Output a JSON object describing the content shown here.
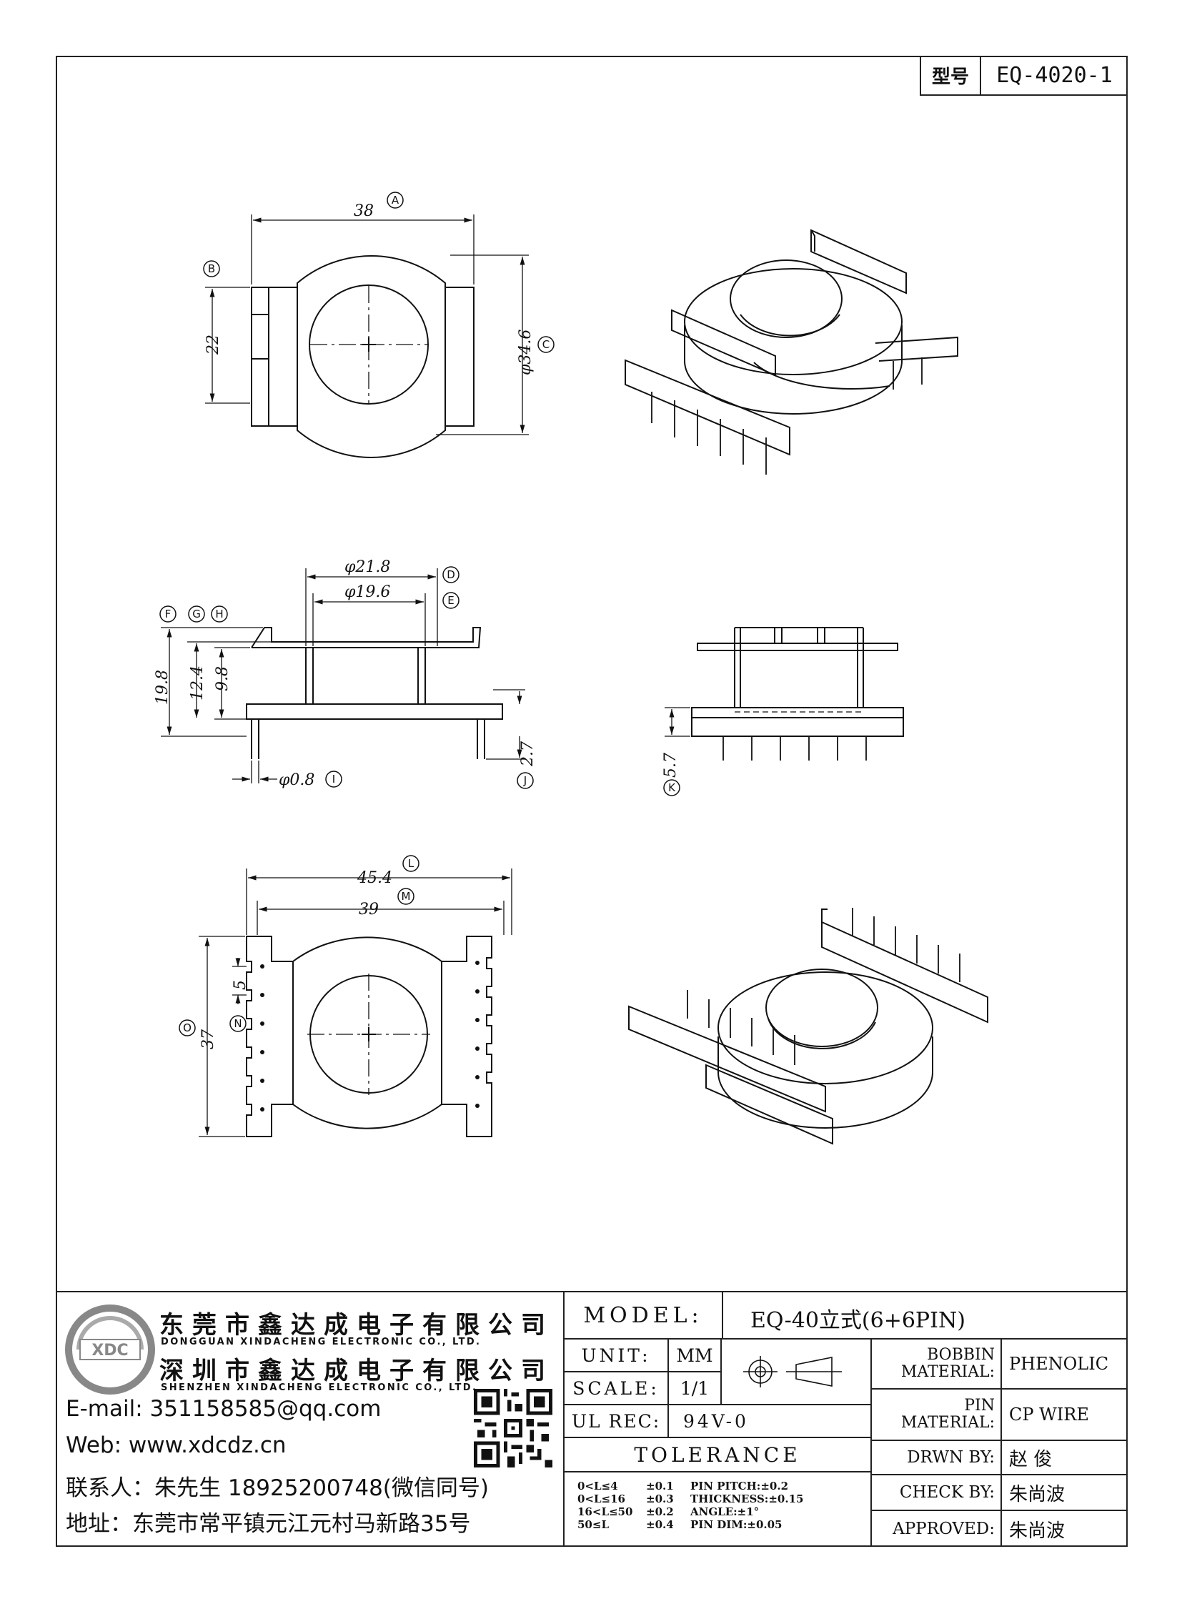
{
  "header": {
    "model_key": "型号",
    "model_value": "EQ-4020-1"
  },
  "dims": {
    "A": "A",
    "B": "B",
    "C": "C",
    "D": "D",
    "E": "E",
    "F": "F",
    "G": "G",
    "H": "H",
    "I": "I",
    "J": "J",
    "K": "K",
    "L": "L",
    "M": "M",
    "N": "N",
    "O": "O",
    "v38": "38",
    "v22": "22",
    "v34_6": "φ34.6",
    "v21_8": "φ21.8",
    "v19_6": "φ19.6",
    "v19_8": "19.8",
    "v12_4": "12.4",
    "v9_8": "9.8",
    "v0_8": "φ0.8",
    "v2_7": "2.7",
    "v5_7": "5.7",
    "v45_4": "45.4",
    "v39": "39",
    "v37": "37",
    "v5": "5"
  },
  "company": {
    "name_cn_1": "东莞市鑫达成电子有限公司",
    "name_en_1": "DONGGUAN XINDACHENG ELECTRONIC CO., LTD.",
    "name_cn_2": "深圳市鑫达成电子有限公司",
    "name_en_2": "SHENZHEN XINDACHENG ELECTRONIC CO., LTD.",
    "email": "E-mail: 351158585@qq.com",
    "web": "Web: www.xdcdz.cn",
    "contact": "联系人：朱先生 18925200748(微信同号)",
    "address": "地址：东莞市常平镇元江元村马新路35号",
    "logo_text": "XDC"
  },
  "spec": {
    "model_label": "MODEL:",
    "model_value": "EQ-40立式(6+6PIN)",
    "unit_label": "UNIT:",
    "unit_value": "MM",
    "scale_label": "SCALE:",
    "scale_value": "1/1",
    "ul_label": "UL REC:",
    "ul_value": "94V-0",
    "tolerance_label": "TOLERANCE",
    "tol_rows": [
      {
        "range": "0<L≤4",
        "tol": "±0.1",
        "other": "PIN PITCH:±0.2"
      },
      {
        "range": "0<L≤16",
        "tol": "±0.3",
        "other": "THICKNESS:±0.15"
      },
      {
        "range": "16<L≤50",
        "tol": "±0.2",
        "other": "ANGLE:±1°"
      },
      {
        "range": "50≤L",
        "tol": "±0.4",
        "other": "PIN DIM:±0.05"
      }
    ],
    "bobbin_label_1": "BOBBIN",
    "bobbin_label_2": "MATERIAL:",
    "bobbin_value": "PHENOLIC",
    "pin_label_1": "PIN",
    "pin_label_2": "MATERIAL:",
    "pin_value": "CP WIRE",
    "drawn_label": "DRWN BY:",
    "drawn_value": "赵  俊",
    "check_label": "CHECK BY:",
    "check_value": "朱尚波",
    "approved_label": "APPROVED:",
    "approved_value": "朱尚波"
  }
}
